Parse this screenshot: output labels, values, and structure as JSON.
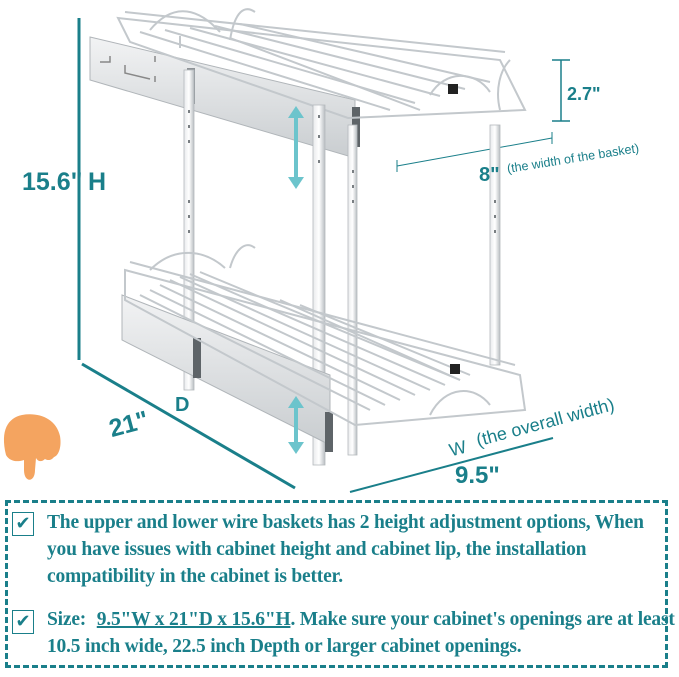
{
  "product": {
    "description": "Two-tier pull-out wire basket cabinet organizer with slide rails"
  },
  "dimensions": {
    "height": {
      "value": "15.6\"",
      "label": "H"
    },
    "depth": {
      "value": "21\"",
      "label": "D"
    },
    "overall_width": {
      "value": "9.5\"",
      "label": "W",
      "note": "(the overall width)"
    },
    "basket_width": {
      "value": "8\"",
      "note": "(the width of the basket)"
    },
    "basket_height": {
      "value": "2.7\""
    }
  },
  "notes": [
    {
      "icon": "checkbox-check-icon",
      "lines": [
        "The upper and lower wire baskets has 2 height adjustment options, When",
        "you have issues with cabinet height and cabinet lip, the installation",
        "compatibility in the cabinet is better."
      ]
    },
    {
      "icon": "checkbox-check-icon",
      "prefix": "Size: ",
      "size_spec": "9.5\"W x 21\"D x 15.6\"H",
      "line1_rest": ". Make sure your cabinet's openings are at least",
      "line2": "10.5 inch wide, 22.5 inch Depth or larger cabinet openings."
    }
  ],
  "colors": {
    "accent": "#1a7f8a",
    "arrow": "#6cc4cc",
    "hand": "#f4a460",
    "metal": "#cfd3d6"
  }
}
